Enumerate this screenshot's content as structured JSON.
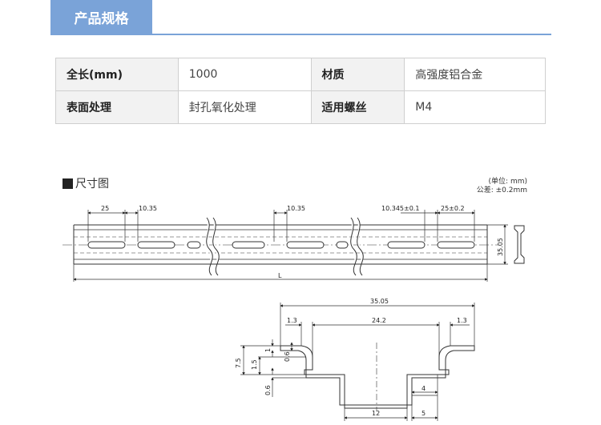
{
  "header": {
    "title": "产品规格"
  },
  "spec_table": {
    "rows": [
      [
        {
          "label": "全长(mm)",
          "value": "1000"
        },
        {
          "label": "材质",
          "value": "高强度铝合金"
        }
      ],
      [
        {
          "label": "表面处理",
          "value": "封孔氧化处理"
        },
        {
          "label": "适用螺丝",
          "value": "M4"
        }
      ]
    ]
  },
  "dimension": {
    "title": "尺寸图",
    "unit_note": "(单位: mm)",
    "tolerance_note": "公差: ±0.2mm",
    "side_view": {
      "labels": {
        "slot_len": "25",
        "slot_gap": "10.35",
        "slot_gap_mid": "10.35",
        "slot_pitch": "10.345±0.1",
        "slot_len_tol": "25±0.2",
        "height": "35.05",
        "length": "L"
      }
    },
    "cross_section": {
      "labels": {
        "width": "35.05",
        "left_edge": "1.3",
        "inner": "24.2",
        "right_edge": "1.3",
        "h_total": "7.5",
        "h_mid": "1.5",
        "lip": "1",
        "thick_a": "0.6",
        "thick_b": "0.6",
        "base_w": "12",
        "slot_w": "4",
        "slot_off": "5"
      }
    }
  }
}
